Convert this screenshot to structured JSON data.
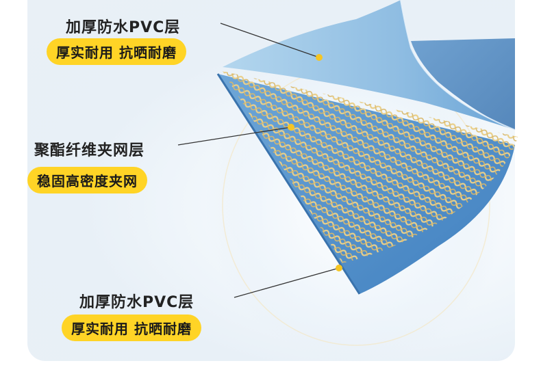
{
  "callouts": [
    {
      "title": "加厚防水PVC层",
      "pill": "厚实耐用 抗晒耐磨"
    },
    {
      "title": "聚酯纤维夹网层",
      "pill": "稳固高密度夹网"
    },
    {
      "title": "加厚防水PVC层",
      "pill": "厚实耐用 抗晒耐磨"
    }
  ],
  "colors": {
    "pill": "#ffd426",
    "pvc_top": "#9fc8e6",
    "pvc_bottom": "#4f8fca",
    "mesh": "#e8cc88",
    "dot": "#f5c524"
  }
}
